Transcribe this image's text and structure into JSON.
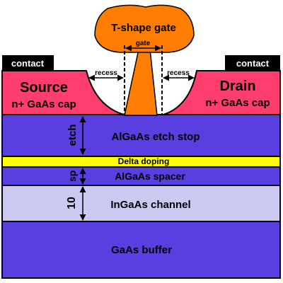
{
  "colors": {
    "cap": "#ff3d6e",
    "etch_stop": "#5a3fe0",
    "delta": "#ffff00",
    "spacer": "#5a3fe0",
    "channel": "#c9c9f2",
    "buffer": "#5a3fe0",
    "gate": "#ff7d00",
    "contact": "#000000",
    "outline": "#000000"
  },
  "labels": {
    "gate_title": "T-shape gate",
    "gate_dim": "gate",
    "recess_left": "recess",
    "recess_right": "recess",
    "contact_left": "contact",
    "contact_right": "contact",
    "source": "Source",
    "source_sub": "n+ GaAs cap",
    "drain": "Drain",
    "drain_sub": "n+ GaAs cap",
    "etch_dim": "etch",
    "etch_stop": "AlGaAs etch stop",
    "delta_doping": "Delta doping",
    "sp_dim": "sp",
    "spacer": "AlGaAs spacer",
    "channel_dim": "10",
    "channel": "InGaAs channel",
    "buffer": "GaAs buffer"
  }
}
